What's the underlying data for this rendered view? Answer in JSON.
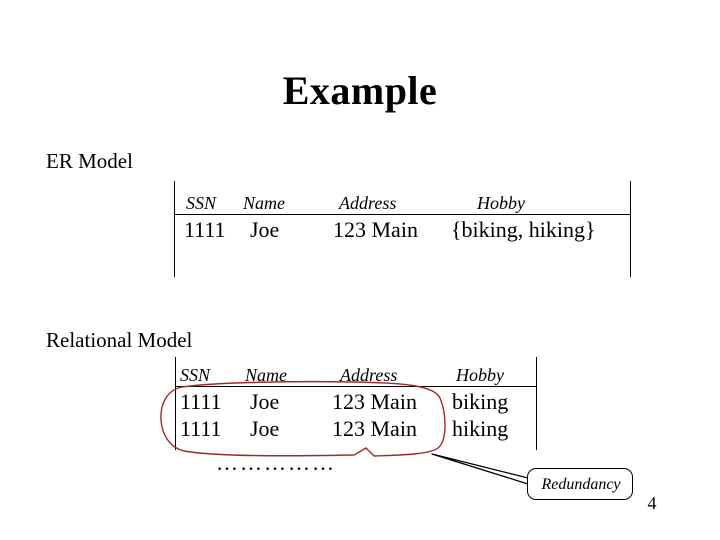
{
  "slide": {
    "title": "Example",
    "page_number": "4",
    "ellipsis": "……………"
  },
  "er_section": {
    "label": "ER Model",
    "table": {
      "headers": [
        "SSN",
        "Name",
        "Address",
        "Hobby"
      ],
      "rows": [
        [
          "1111",
          "Joe",
          "123 Main",
          "{biking, hiking}"
        ]
      ]
    }
  },
  "relational_section": {
    "label": "Relational Model",
    "table": {
      "headers": [
        "SSN",
        "Name",
        "Address",
        "Hobby"
      ],
      "rows": [
        [
          "1111",
          "Joe",
          "123 Main",
          "biking"
        ],
        [
          "1111",
          "Joe",
          "123 Main",
          "hiking"
        ]
      ]
    }
  },
  "annotation": {
    "callout_label": "Redundancy",
    "highlight_color": "#9e2a2a"
  }
}
